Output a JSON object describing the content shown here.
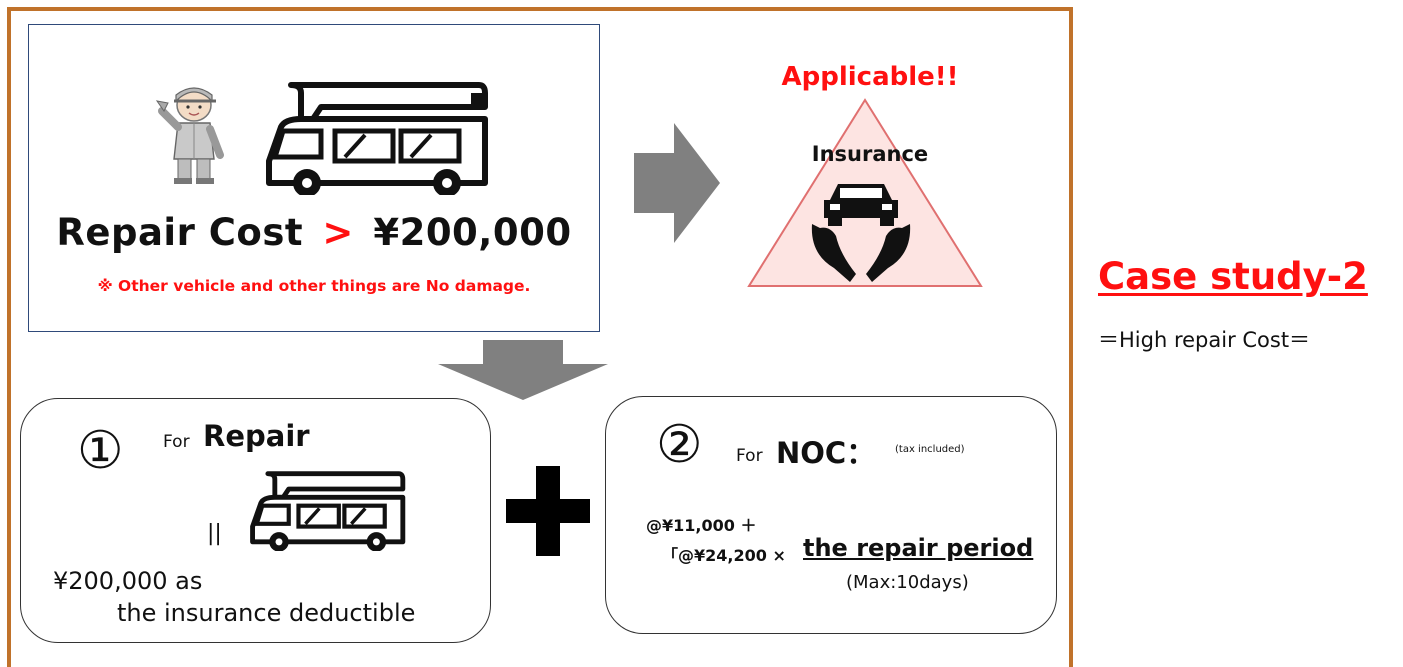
{
  "top": {
    "repair_label": "Repair Cost",
    "comparator": ">",
    "threshold": "¥200,000",
    "note": "※ Other vehicle and other things are No damage."
  },
  "insurance": {
    "applicable": "Applicable!!",
    "label": "Insurance"
  },
  "box1": {
    "number": "①",
    "for_label": "For",
    "heading": "Repair",
    "equals_mark": "||",
    "deductible_line1": "¥200,000 as",
    "deductible_line2": "the insurance deductible"
  },
  "plus_symbol": "+",
  "box2": {
    "number": "②",
    "for_label": "For",
    "heading": "NOC：",
    "tax_note": "(tax included)",
    "fee_line1": "@¥11,000 ＋",
    "fee_line2": "「@¥24,200 ×",
    "period": "the repair period",
    "max": "(Max:10days)"
  },
  "side": {
    "title": "Case study-2",
    "subtitle": "＝High repair Cost＝"
  },
  "colors": {
    "frame": "#c0722a",
    "accent_red": "#ff1010",
    "arrow_gray": "#808080",
    "triangle_fill": "#fde4e2"
  }
}
